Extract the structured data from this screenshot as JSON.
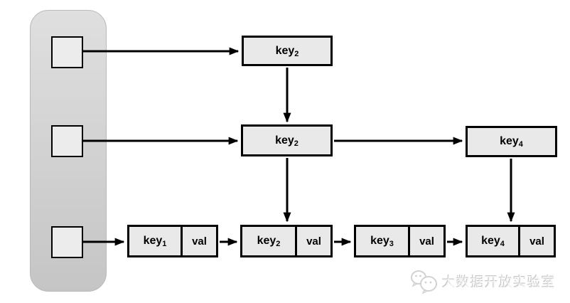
{
  "colors": {
    "node_fill": "#e9e9e9",
    "node_border": "#000000",
    "arrow": "#000000",
    "panel_top": "#dfdfdf",
    "panel_bottom": "#c5c5c5",
    "watermark_shadow": "#c3c3c3"
  },
  "level2": {
    "key2": {
      "base": "key",
      "sub": "2"
    }
  },
  "level1": {
    "key2": {
      "base": "key",
      "sub": "2"
    },
    "key4": {
      "base": "key",
      "sub": "4"
    }
  },
  "level0": {
    "nodes": [
      {
        "base": "key",
        "sub": "1",
        "val": "val"
      },
      {
        "base": "key",
        "sub": "2",
        "val": "val"
      },
      {
        "base": "key",
        "sub": "3",
        "val": "val"
      },
      {
        "base": "key",
        "sub": "4",
        "val": "val"
      }
    ]
  },
  "watermark": {
    "label": "大数据开放实验室"
  }
}
